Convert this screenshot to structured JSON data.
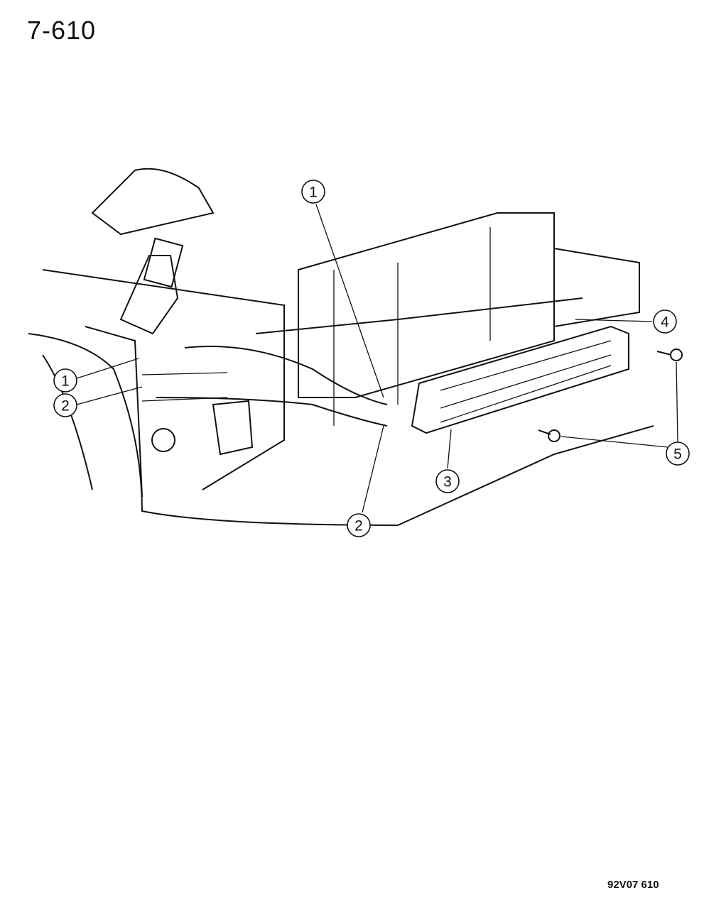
{
  "page_title": "7-610",
  "figure_code": "92V07 610",
  "callouts": [
    "1",
    "2",
    "1",
    "2",
    "3",
    "4",
    "5"
  ]
}
